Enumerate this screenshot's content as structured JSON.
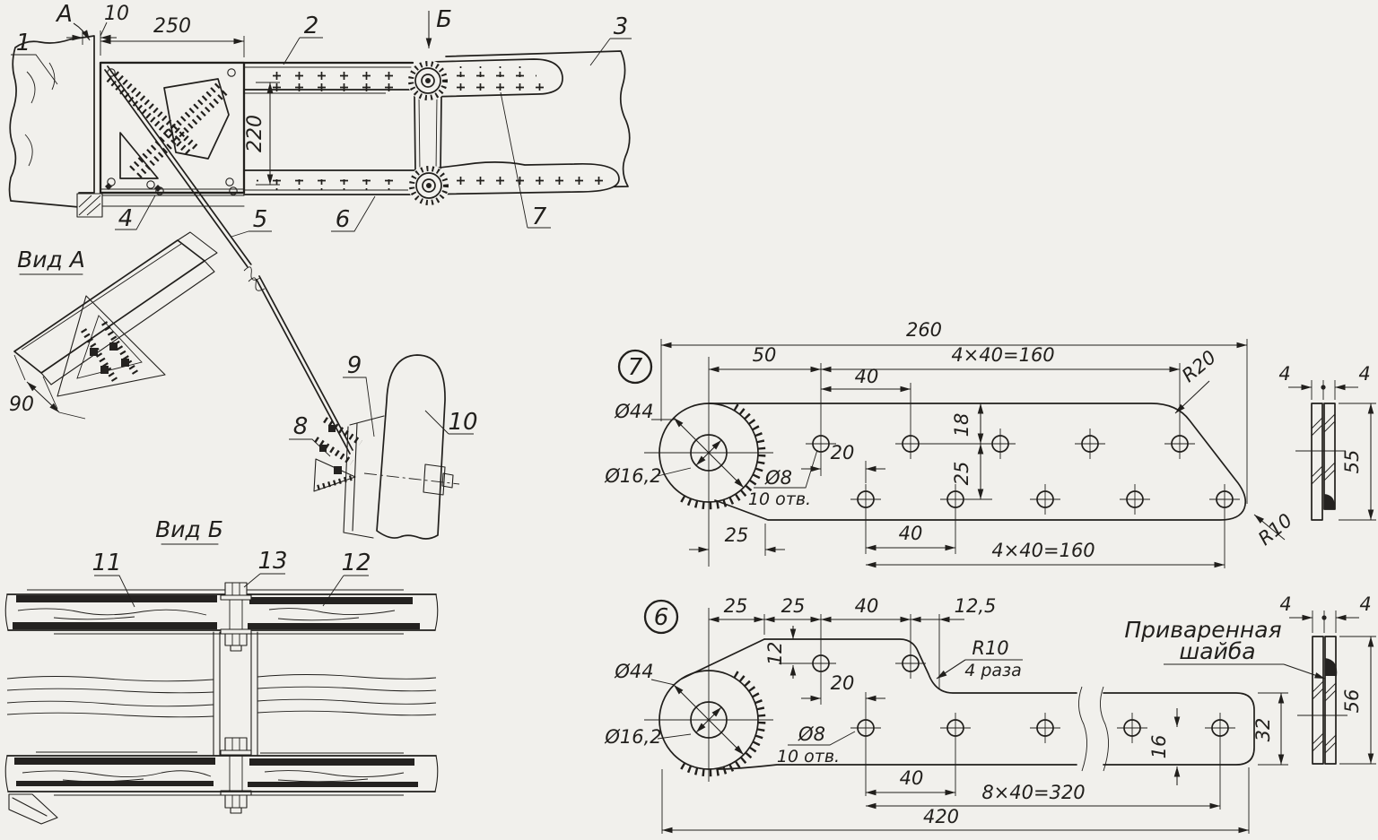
{
  "palette": {
    "paper": "#f1f0ec",
    "ink": "#211f1c"
  },
  "plan": {
    "marker_a": "А",
    "marker_b": "Б",
    "dim_offset": "10",
    "dim_width": "250",
    "dim_height": "220",
    "c1": "1",
    "c2": "2",
    "c3": "3",
    "c4": "4",
    "c5": "5",
    "c6": "6",
    "c7": "7"
  },
  "view_a": {
    "title": "Вид А",
    "dim_width": "90",
    "c8": "8",
    "c9": "9",
    "c10": "10"
  },
  "view_b": {
    "title": "Вид Б",
    "c11": "11",
    "c12": "12",
    "c13": "13"
  },
  "part7": {
    "num": "7",
    "len": "260",
    "first": "50",
    "pitch_top": "4×40=160",
    "p40": "40",
    "d18": "18",
    "d25": "25",
    "d20": "20",
    "boss": "Ø44",
    "bore": "Ø16,2",
    "hole": "Ø8",
    "holes": "10 отв.",
    "b25": "25",
    "b40": "40",
    "pitch_bot": "4×40=160",
    "r20": "R20",
    "r10": "R10",
    "t1": "4",
    "t2": "4",
    "h": "55"
  },
  "part6": {
    "num": "6",
    "s25a": "25",
    "s25b": "25",
    "s40": "40",
    "s125": "12,5",
    "d12": "12",
    "d20": "20",
    "boss": "Ø44",
    "bore": "Ø16,2",
    "hole": "Ø8",
    "holes": "10 отв.",
    "r10": "R10",
    "r10n": "4 раза",
    "b40": "40",
    "pitch": "8×40=320",
    "len": "420",
    "d16": "16",
    "d32": "32",
    "t1": "4",
    "t2": "4",
    "h": "56",
    "note1": "Приваренная",
    "note2": "шайба"
  }
}
